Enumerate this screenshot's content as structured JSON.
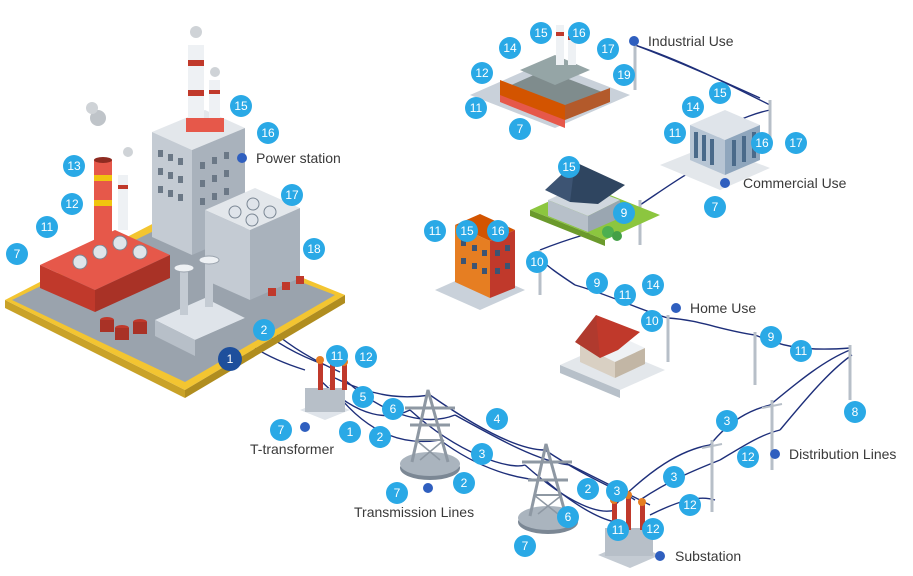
{
  "colors": {
    "badge": "#2aa9e6",
    "badge_dark": "#1e4f9c",
    "wire": "#1e2f7a",
    "label_dot": "#2f5fbf",
    "factory_red": "#c0392b",
    "base_yellow": "#f3c531",
    "building_grey": "#c9d1da",
    "grass": "#8cc63f",
    "tower_grey": "#8e98a3"
  },
  "labels": {
    "power_station": "Power station",
    "industrial": "Industrial Use",
    "commercial": "Commercial Use",
    "home": "Home Use",
    "t_transformer": "T-transformer",
    "transmission": "Transmission Lines",
    "distribution": "Distribution Lines",
    "substation": "Substation"
  },
  "badges": {
    "b01": "15",
    "b02": "16",
    "b03": "13",
    "b04": "12",
    "b05": "11",
    "b06": "7",
    "b07": "17",
    "b08": "18",
    "b09": "2",
    "b10": "1",
    "b11": "15",
    "b12": "16",
    "b13": "14",
    "b14": "17",
    "b15": "12",
    "b16": "19",
    "b17": "11",
    "b18": "7",
    "b19": "15",
    "b20": "14",
    "b21": "11",
    "b22": "16",
    "b23": "17",
    "b24": "7",
    "b25": "15",
    "b26": "9",
    "b27": "11",
    "b28": "15",
    "b29": "16",
    "b30": "10",
    "b31": "9",
    "b32": "11",
    "b33": "14",
    "b34": "10",
    "b35": "9",
    "b36": "11",
    "b37": "8",
    "b38": "11",
    "b39": "12",
    "b40": "5",
    "b41": "6",
    "b42": "7",
    "b43": "1",
    "b44": "2",
    "b45": "4",
    "b46": "3",
    "b47": "2",
    "b48": "7",
    "b49": "2",
    "b50": "3",
    "b51": "6",
    "b52": "7",
    "b53": "11",
    "b54": "12",
    "b55": "3",
    "b56": "3",
    "b57": "12",
    "b58": "12"
  }
}
